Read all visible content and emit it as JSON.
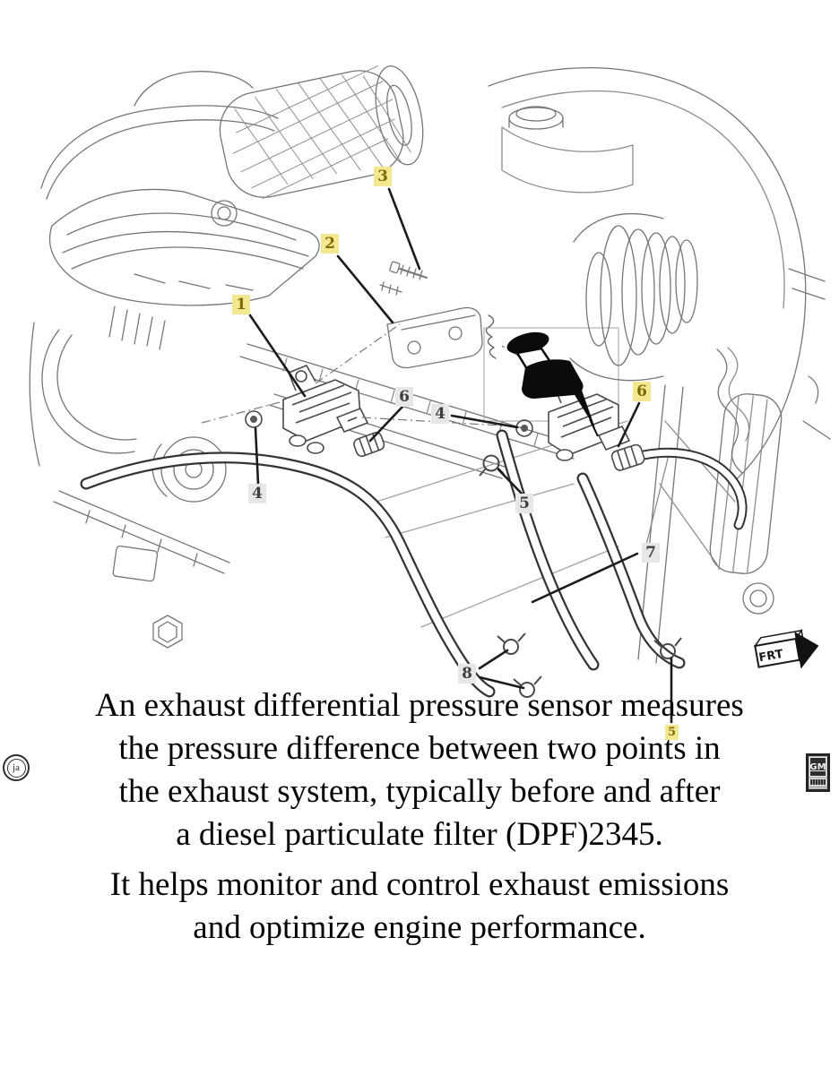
{
  "diagram": {
    "callouts": [
      {
        "label": "1",
        "style": "yellow"
      },
      {
        "label": "2",
        "style": "yellow"
      },
      {
        "label": "3",
        "style": "yellow"
      },
      {
        "label": "4",
        "style": "gray"
      },
      {
        "label": "4",
        "style": "gray"
      },
      {
        "label": "5",
        "style": "gray"
      },
      {
        "label": "6",
        "style": "gray"
      },
      {
        "label": "6",
        "style": "yellow"
      },
      {
        "label": "7",
        "style": "gray"
      },
      {
        "label": "8",
        "style": "gray"
      },
      {
        "label": "5",
        "style": "yellow"
      }
    ],
    "frt_label": "FRT",
    "illustrator_stamp": "ja",
    "brand_logo": "GM",
    "colors": {
      "highlight_yellow": "#F4E792",
      "highlight_yellow_text": "#7E6C00",
      "highlight_gray": "#E7E7E7",
      "highlight_gray_text": "#3F3F3F",
      "leader_line": "#1C1C1C",
      "line_art": "#767676",
      "pushpin": "#0B0B0B"
    }
  },
  "caption": {
    "lines": [
      "An exhaust differential pressure sensor measures",
      "the pressure difference between two points in",
      "the exhaust system, typically before and after",
      "a diesel particulate filter (DPF)2345.",
      "It helps monitor and control exhaust emissions",
      "and optimize engine performance."
    ]
  }
}
